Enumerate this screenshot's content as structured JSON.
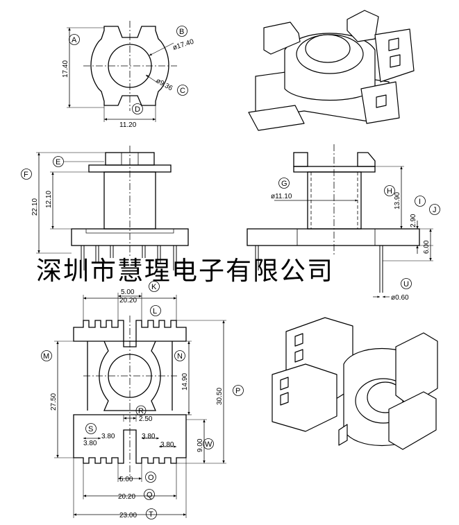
{
  "watermark": "深圳市慧瑆电子有限公司",
  "top_view": {
    "labels": [
      "A",
      "B",
      "C",
      "D"
    ],
    "dims": {
      "height": "17.40",
      "width": "11.20",
      "outer_dia": "ø17.40",
      "inner_dia": "ø9.36"
    }
  },
  "front_view": {
    "labels": [
      "E",
      "F"
    ],
    "dims": {
      "total_height": "22.10",
      "core_height": "12.10"
    }
  },
  "side_view": {
    "labels": [
      "G",
      "H",
      "I",
      "J",
      "U"
    ],
    "dims": {
      "bore": "ø11.10",
      "h1": "13.90",
      "h2": "2.90",
      "h3": "6.00",
      "pin_dia": "ø0.60"
    }
  },
  "bottom_view": {
    "labels": [
      "K",
      "L",
      "M",
      "N",
      "P",
      "R",
      "S",
      "O",
      "Q",
      "T",
      "W"
    ],
    "dims": {
      "top_width": "20.20",
      "top_slot": "5.00",
      "height_left": "27.50",
      "window": "14.90",
      "total_height": "30.50",
      "gap": "2.50",
      "pitch_1": "3.80",
      "pitch_2": "3.80",
      "pitch_3": "3.80",
      "pin_len": "9.00",
      "bottom_slot": "5.00",
      "bottom_width": "20.20",
      "total_width": "23.00"
    }
  }
}
